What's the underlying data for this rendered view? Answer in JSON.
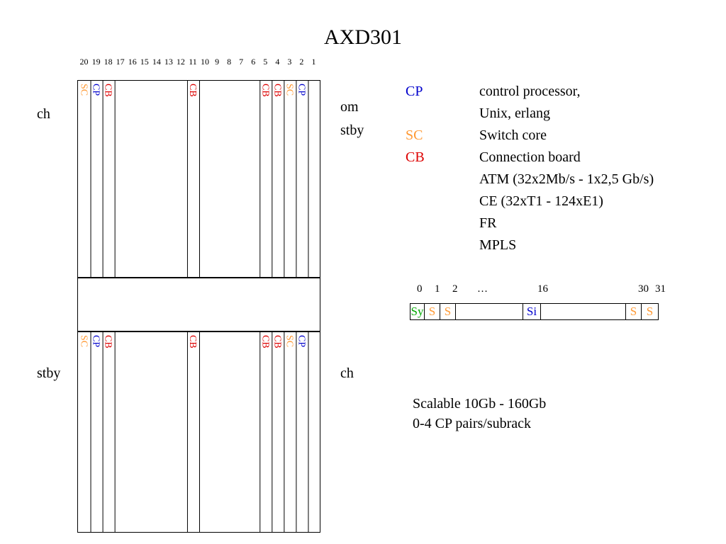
{
  "title": "AXD301",
  "colors": {
    "CP": "#0000cc",
    "SC": "#ff9933",
    "CB": "#dd0000",
    "Sy": "#00aa00"
  },
  "slot_numbers": [
    "20",
    "19",
    "18",
    "17",
    "16",
    "15",
    "14",
    "13",
    "12",
    "11",
    "10",
    "9",
    "8",
    "7",
    "6",
    "5",
    "4",
    "3",
    "2",
    "1"
  ],
  "subracks": [
    {
      "left_label": "ch",
      "right_labels": [
        "om",
        "stby"
      ],
      "boards": [
        {
          "slot": "20",
          "label": "SC",
          "type": "SC"
        },
        {
          "slot": "19",
          "label": "CP",
          "type": "CP"
        },
        {
          "slot": "18",
          "label": "CB",
          "type": "CB"
        },
        {
          "slot": "11",
          "label": "CB",
          "type": "CB"
        },
        {
          "slot": "5",
          "label": "CB",
          "type": "CB"
        },
        {
          "slot": "4",
          "label": "CB",
          "type": "CB"
        },
        {
          "slot": "3",
          "label": "SC",
          "type": "SC"
        },
        {
          "slot": "2",
          "label": "CP",
          "type": "CP"
        }
      ]
    },
    {
      "left_label": "stby",
      "right_labels": [
        "ch"
      ],
      "boards": [
        {
          "slot": "20",
          "label": "SC",
          "type": "SC"
        },
        {
          "slot": "19",
          "label": "CP",
          "type": "CP"
        },
        {
          "slot": "18",
          "label": "CB",
          "type": "CB"
        },
        {
          "slot": "11",
          "label": "CB",
          "type": "CB"
        },
        {
          "slot": "5",
          "label": "CB",
          "type": "CB"
        },
        {
          "slot": "4",
          "label": "CB",
          "type": "CB"
        },
        {
          "slot": "3",
          "label": "SC",
          "type": "SC"
        },
        {
          "slot": "2",
          "label": "CP",
          "type": "CP"
        }
      ]
    }
  ],
  "legend": [
    {
      "abbr": "CP",
      "type": "CP",
      "desc": "control processor,"
    },
    {
      "abbr": "",
      "type": "",
      "desc": "Unix, erlang"
    },
    {
      "abbr": "SC",
      "type": "SC",
      "desc": "Switch core"
    },
    {
      "abbr": "CB",
      "type": "CB",
      "desc": "Connection board"
    },
    {
      "abbr": "",
      "type": "",
      "desc": "ATM (32x2Mb/s - 1x2,5 Gb/s)"
    },
    {
      "abbr": "",
      "type": "",
      "desc": "CE (32xT1 - 124xE1)"
    },
    {
      "abbr": "",
      "type": "",
      "desc": "FR"
    },
    {
      "abbr": "",
      "type": "",
      "desc": "MPLS"
    }
  ],
  "timeslot_frame": {
    "numbers": [
      "0",
      "1",
      "2",
      "…",
      "16",
      "30",
      "31"
    ],
    "cells": [
      {
        "label": "Sy",
        "type": "Sy"
      },
      {
        "label": "S",
        "type": "SC"
      },
      {
        "label": "S",
        "type": "SC"
      },
      {
        "label": "",
        "type": ""
      },
      {
        "label": "Si",
        "type": "CP"
      },
      {
        "label": "",
        "type": ""
      },
      {
        "label": "S",
        "type": "SC"
      },
      {
        "label": "S",
        "type": "SC"
      }
    ]
  },
  "footer": [
    "Scalable 10Gb - 160Gb",
    "0-4 CP pairs/subrack"
  ]
}
